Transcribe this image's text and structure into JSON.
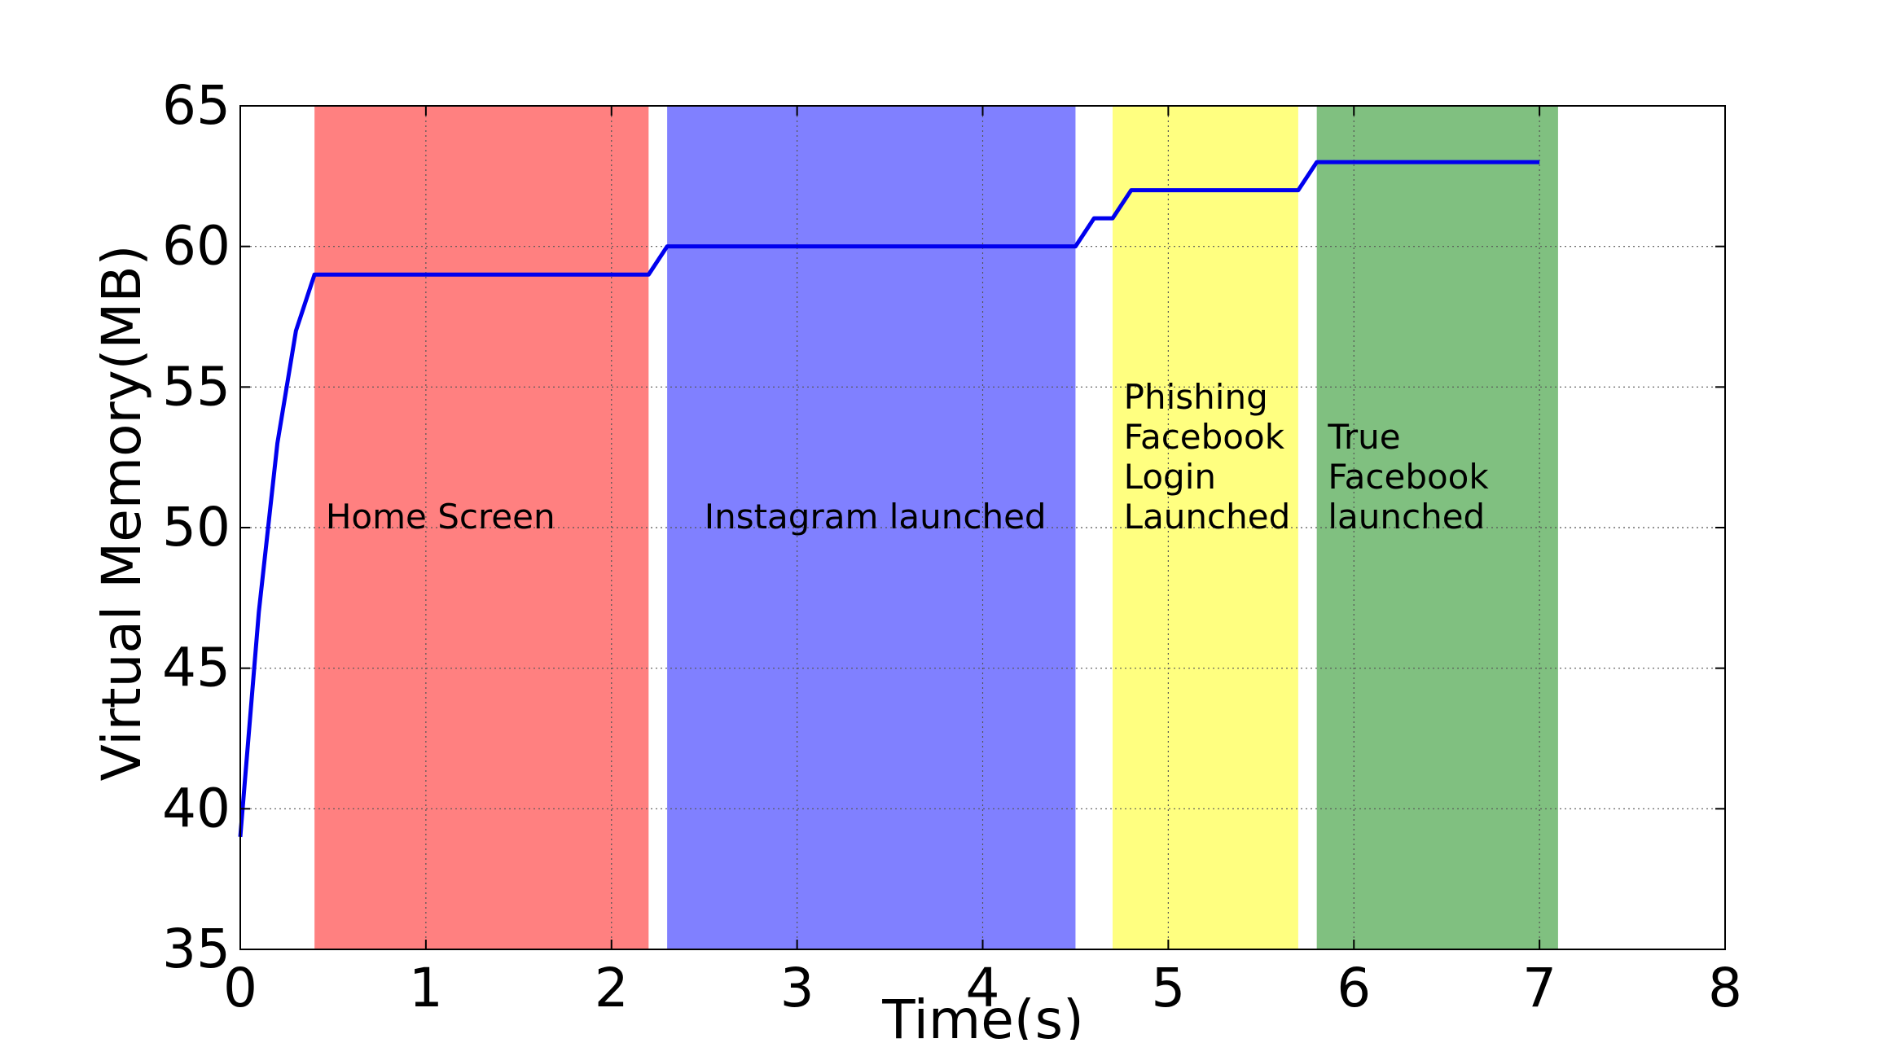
{
  "chart_data": {
    "type": "line",
    "xlabel": "Time(s)",
    "ylabel": "Virtual Memory(MB)",
    "xlim": [
      0,
      8
    ],
    "ylim": [
      35,
      65
    ],
    "xticks": [
      "0",
      "1",
      "2",
      "3",
      "4",
      "5",
      "6",
      "7",
      "8"
    ],
    "yticks": [
      "35",
      "40",
      "45",
      "50",
      "55",
      "60",
      "65"
    ],
    "grid": true,
    "legend": "none",
    "series": [
      {
        "color": "#0000ee",
        "x": [
          0,
          0.1,
          0.2,
          0.3,
          0.4,
          2.2,
          2.3,
          4.5,
          4.6,
          4.7,
          4.8,
          5.7,
          5.8,
          7.0
        ],
        "y": [
          39,
          47,
          53,
          57,
          59,
          59,
          60,
          60,
          61,
          61,
          62,
          62,
          63,
          63
        ]
      }
    ],
    "bands": [
      {
        "x0": 0.4,
        "x1": 2.2,
        "color": "#ff8080",
        "label": [
          "Home Screen"
        ],
        "label_x": 0.46,
        "label_y": 50.4
      },
      {
        "x0": 2.3,
        "x1": 4.5,
        "color": "#8080ff",
        "label": [
          "Instagram launched"
        ],
        "label_x": 2.5,
        "label_y": 50.4
      },
      {
        "x0": 4.7,
        "x1": 5.7,
        "color": "#ffff80",
        "label": [
          "Phishing",
          "Facebook",
          "Login",
          "Launched"
        ],
        "label_x": 4.76,
        "label_y": 50.4
      },
      {
        "x0": 5.8,
        "x1": 7.1,
        "color": "#80c080",
        "label": [
          "True",
          "Facebook",
          "launched"
        ],
        "label_x": 5.86,
        "label_y": 50.4
      }
    ]
  }
}
